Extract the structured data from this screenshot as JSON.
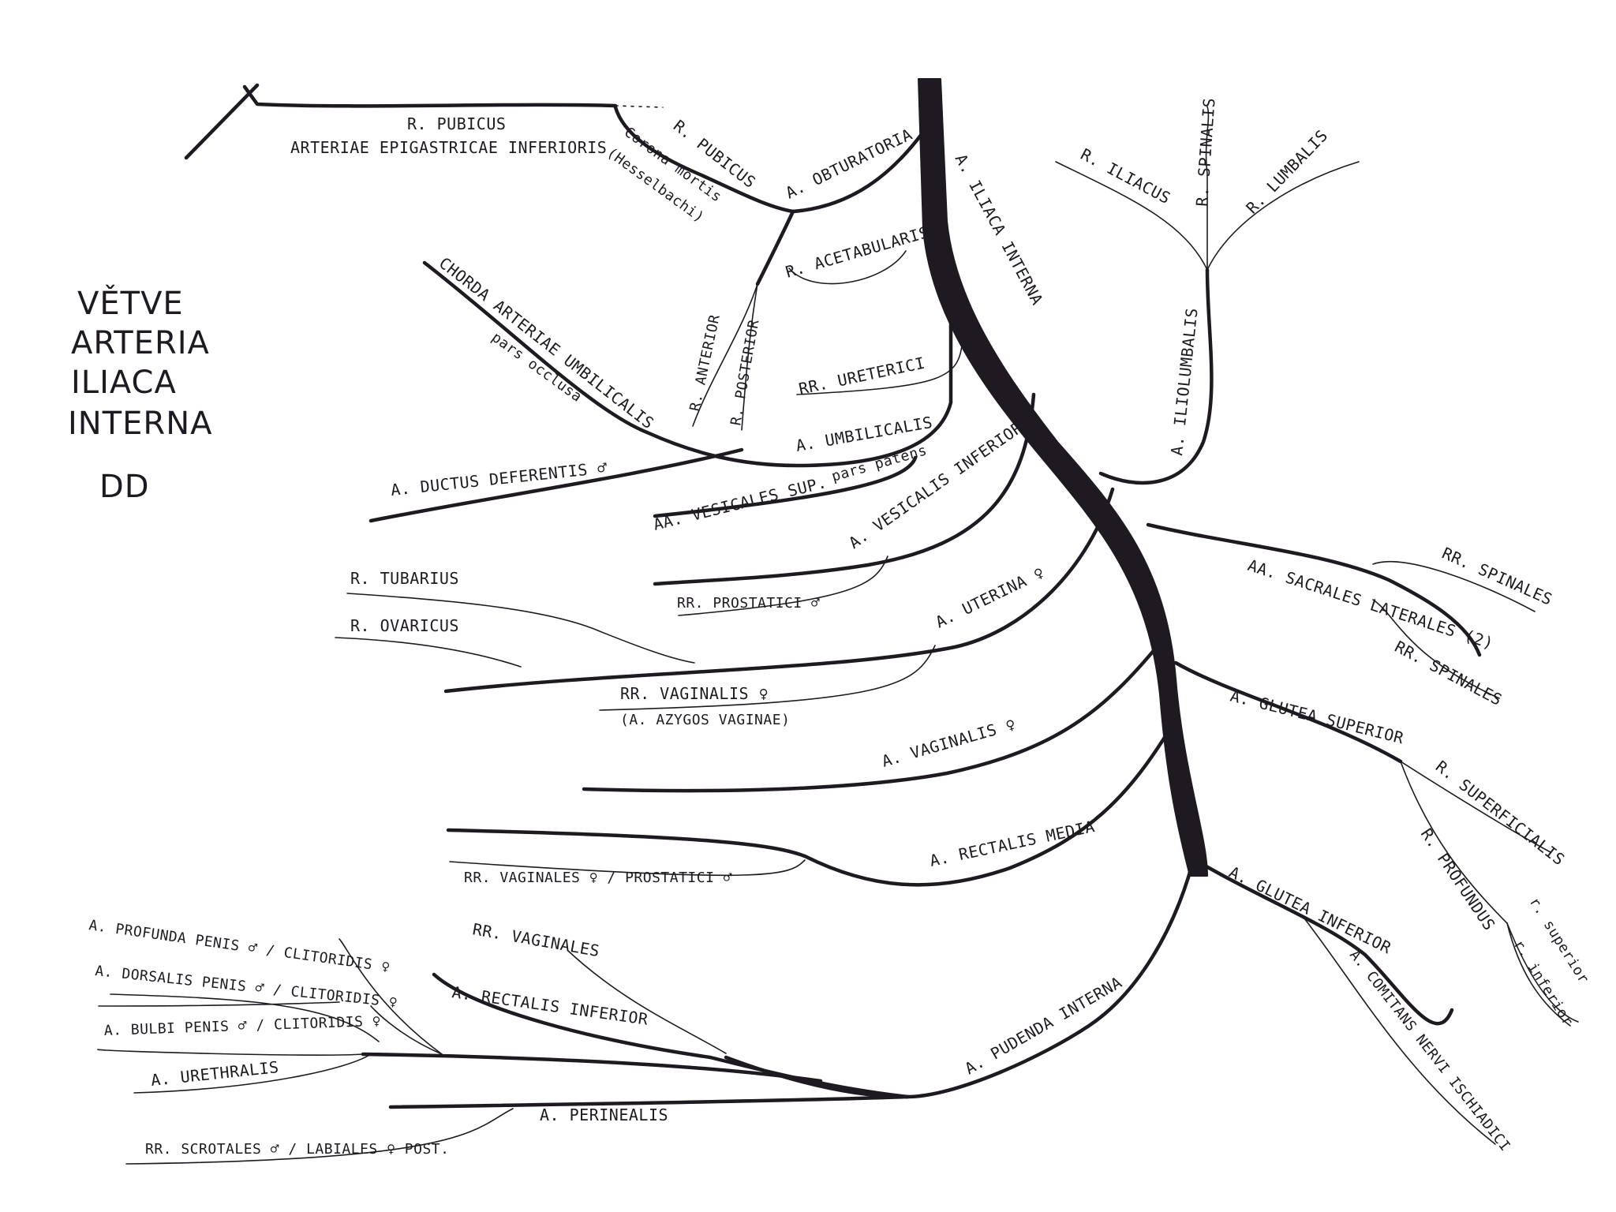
{
  "title": {
    "lines": [
      "VĚTVE",
      "ARTERIA",
      "ILIACA",
      "INTERNA"
    ],
    "monogram": "DD"
  },
  "labels": {
    "iliaca_interna": "A. ILIACA INTERNA",
    "obturatoria": "A. OBTURATORIA",
    "r_pubicus_obt": "R. PUBICUS",
    "r_pubicus_epi": "R. PUBICUS",
    "arteriae_epigastricae": "ARTERIAE EPIGASTRICAE INFERIORIS",
    "corona_mortis": "Corona mortis",
    "hesselbachi": "(Hesselbachi)",
    "r_acetabularis": "R. ACETABULARIS",
    "r_anterior": "R. ANTERIOR",
    "r_posterior": "R. POSTERIOR",
    "chorda": "CHORDA ARTERIAE UMBILICALIS",
    "pars_occlusa": "pars occlusa",
    "rr_ureterici": "RR. URETERICI",
    "umbilicalis": "A. UMBILICALIS",
    "pars_patens": "pars patens",
    "ductus_deferentis": "A. DUCTUS DEFERENTIS ♂",
    "vesicales_sup": "AA. VESICALES SUP.",
    "vesicalis_inferior": "A. VESICALIS INFERIOR",
    "rr_prostatici": "RR. PROSTATICI ♂",
    "r_tubarius": "R. TUBARIUS",
    "r_ovaricus": "R. OVARICUS",
    "uterina": "A. UTERINA ♀",
    "rr_vaginalis": "RR. VAGINALIS ♀",
    "azygos": "(A. AZYGOS VAGINAE)",
    "vaginalis": "A. VAGINALIS ♀",
    "rectalis_media": "A. RECTALIS MEDIA",
    "rr_vaginales_prostatici": "RR. VAGINALES ♀ / PROSTATICI ♂",
    "r_iliacus": "R. ILIACUS",
    "r_spinalis": "R. SPINALIS",
    "r_lumbalis": "R. LUMBALIS",
    "iliolumbalis": "A. ILIOLUMBALIS",
    "sacrales_laterales": "AA. SACRALES LATERALES (2)",
    "rr_spinales_1": "RR. SPINALES",
    "rr_spinales_2": "RR. SPINALES",
    "glutea_superior": "A. GLUTEA SUPERIOR",
    "r_superficialis": "R. SUPERFICIALIS",
    "r_profundus": "R. PROFUNDUS",
    "r_superior": "r. superior",
    "r_inferior": "r. inferior",
    "glutea_inferior": "A. GLUTEA INFERIOR",
    "comitans": "A. COMITANS NERVI ISCHIADICI",
    "pudenda_interna": "A. PUDENDA INTERNA",
    "profunda_penis": "A. PROFUNDA PENIS ♂ / CLITORIDIS ♀",
    "dorsalis_penis": "A. DORSALIS PENIS ♂ / CLITORIDIS ♀",
    "bulbi_penis": "A. BULBI PENIS ♂ / CLITORIDIS ♀",
    "urethralis": "A. URETHRALIS",
    "rr_vaginales": "RR. VAGINALES",
    "rectalis_inferior": "A. RECTALIS INFERIOR",
    "perinealis": "A. PERINEALIS",
    "rr_scrotales": "RR. SCROTALES ♂ / LABIALES ♀ POST."
  },
  "colors": {
    "ink": "#1f1a22",
    "paper": "#ffffff"
  }
}
